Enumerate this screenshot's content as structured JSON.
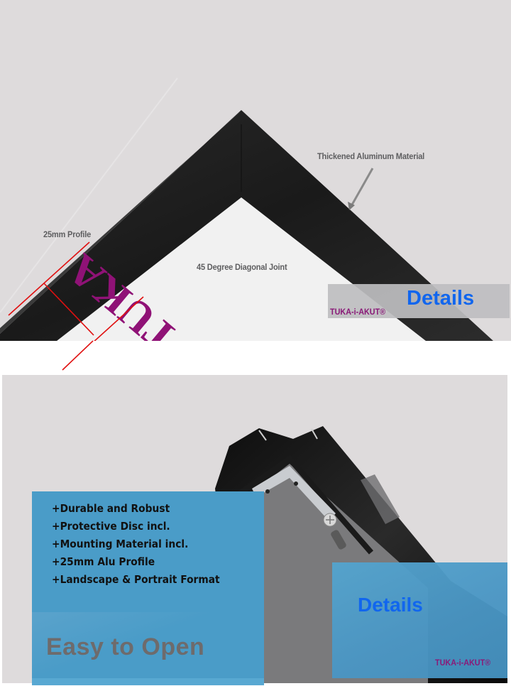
{
  "top_panel": {
    "callouts": {
      "material": "Thickened Aluminum Material",
      "profile": "25mm Profile",
      "joint": "45 Degree Diagonal Joint"
    },
    "poster_text_fragment": "TUKA",
    "banner": {
      "title": "Details",
      "brand": "TUKA-i-AKUT®"
    }
  },
  "bottom_panel": {
    "features": [
      "+Durable and Robust",
      "+Protective Disc incl.",
      "+Mounting Material incl.",
      "+25mm Alu Profile",
      "+Landscape & Portrait Format"
    ],
    "headline": "Easy to Open",
    "details_box": {
      "title": "Details",
      "brand": "TUKA-i-AKUT®"
    }
  },
  "colors": {
    "background_gray": "#dedbdc",
    "frame_black": "#1e1e1e",
    "dimension_red": "#e01010",
    "details_blue": "#1166ee",
    "brand_purple": "#8a1a78",
    "feature_box_blue": "#4a9cc8",
    "headline_gray": "#6e6b6c"
  }
}
